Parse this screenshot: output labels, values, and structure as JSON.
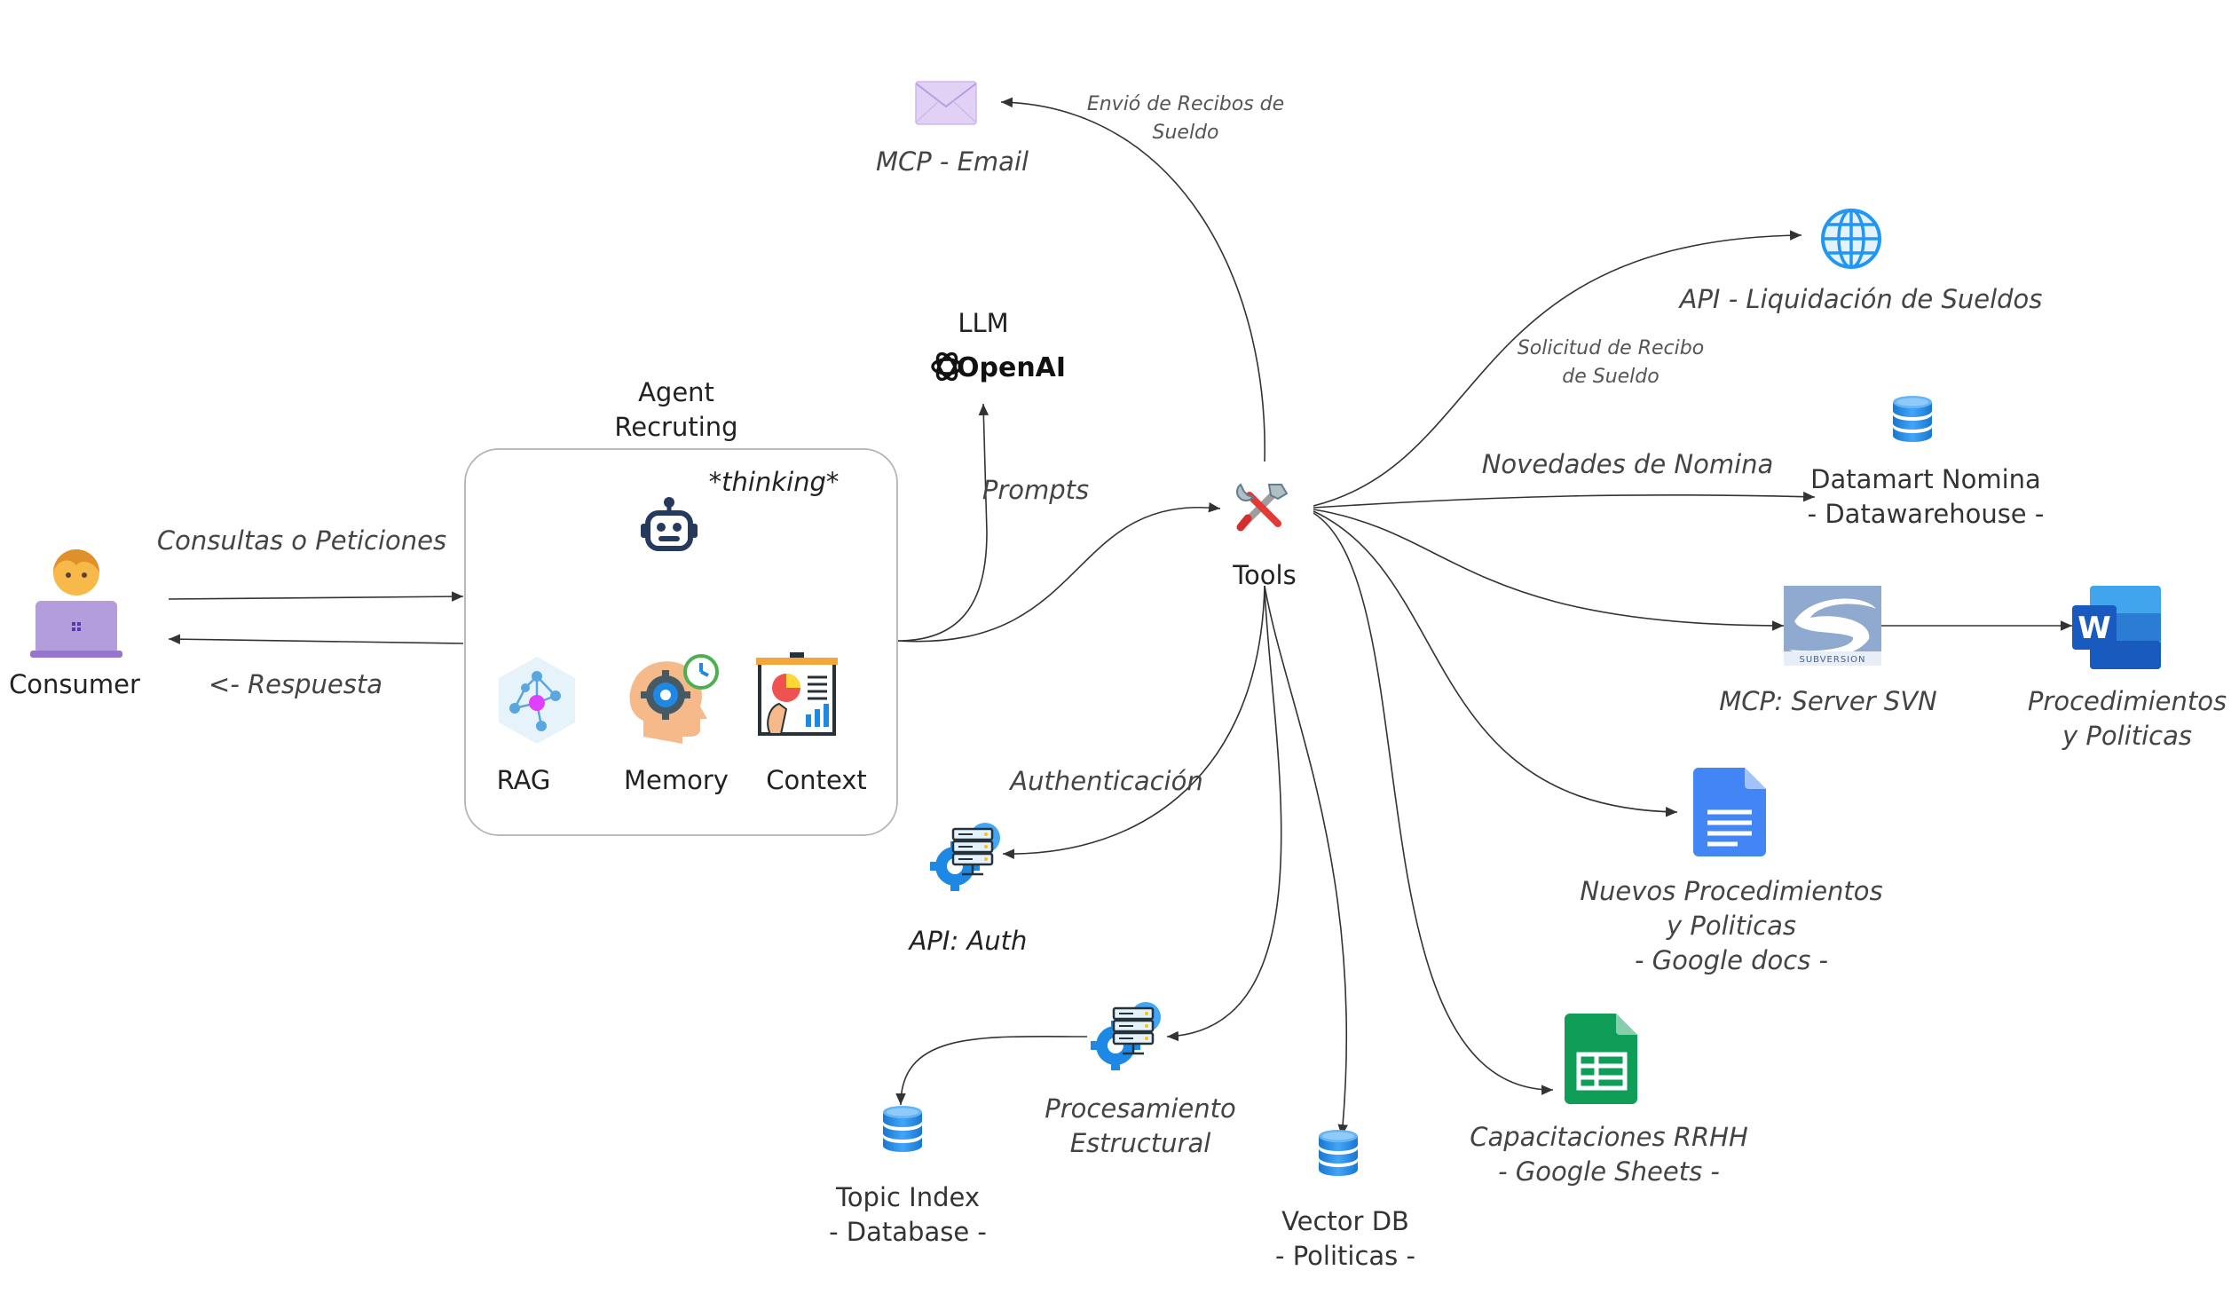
{
  "colors": {
    "edge": "#333333",
    "agent_box_border": "#b3b3b3",
    "db_blue": "#2196f3",
    "gear_blue": "#1e88e5",
    "docs_blue": "#4285f4",
    "sheets_green": "#0f9d58",
    "word_blue": "#185abd",
    "email_lavender": "#e1d2f5",
    "laptop_purple": "#b39ddb",
    "person_skin": "#f7b94a"
  },
  "nodes": {
    "consumer": {
      "label": "Consumer",
      "icon": "person-laptop-icon"
    },
    "agent": {
      "title_line1": "Agent",
      "title_line2": "Recruting",
      "thinking": "*thinking*",
      "robot_icon": "robot-icon",
      "rag": {
        "label": "RAG",
        "icon": "rag-network-icon"
      },
      "memory": {
        "label": "Memory",
        "icon": "memory-head-icon"
      },
      "context": {
        "label": "Context",
        "icon": "context-chart-icon"
      }
    },
    "llm": {
      "label": "LLM",
      "brand": "OpenAI",
      "icon": "openai-logo-icon"
    },
    "tools": {
      "label": "Tools",
      "icon": "tools-icon"
    },
    "email": {
      "label": "MCP - Email",
      "icon": "envelope-icon"
    },
    "api_liquidacion": {
      "label": "API - Liquidación de Sueldos",
      "icon": "globe-icon"
    },
    "datamart": {
      "line1": "Datamart Nomina",
      "line2": "- Datawarehouse -",
      "icon": "database-icon"
    },
    "svn": {
      "label": "MCP: Server SVN",
      "icon": "subversion-logo-icon",
      "logo_text": "SUBVERSION"
    },
    "procedimientos": {
      "line1": "Procedimientos",
      "line2": "y Politicas",
      "icon": "word-icon",
      "logo_letter": "W"
    },
    "google_docs": {
      "line1": "Nuevos Procedimientos",
      "line2": "y Politicas",
      "line3": "- Google docs -",
      "icon": "google-docs-icon"
    },
    "google_sheets": {
      "line1": "Capacitaciones RRHH",
      "line2": "- Google Sheets -",
      "icon": "google-sheets-icon"
    },
    "vector_db": {
      "line1": "Vector DB",
      "line2": "- Politicas -",
      "icon": "database-icon"
    },
    "procesamiento": {
      "line1": "Procesamiento",
      "line2": "Estructural",
      "icon": "server-gear-icon"
    },
    "topic_index": {
      "line1": "Topic Index",
      "line2": "- Database -",
      "icon": "database-icon"
    },
    "api_auth": {
      "label": "API: Auth",
      "icon": "server-gear-icon"
    }
  },
  "edges": {
    "consultas": "Consultas  o Peticiones",
    "respuesta": "<- Respuesta",
    "prompts": "Prompts",
    "envio_line1": "Envió de Recibos de",
    "envio_line2": "Sueldo",
    "solicitud_line1": "Solicitud de Recibo",
    "solicitud_line2": "de Sueldo",
    "novedades": "Novedades de Nomina",
    "authenticacion": "Authenticación"
  }
}
